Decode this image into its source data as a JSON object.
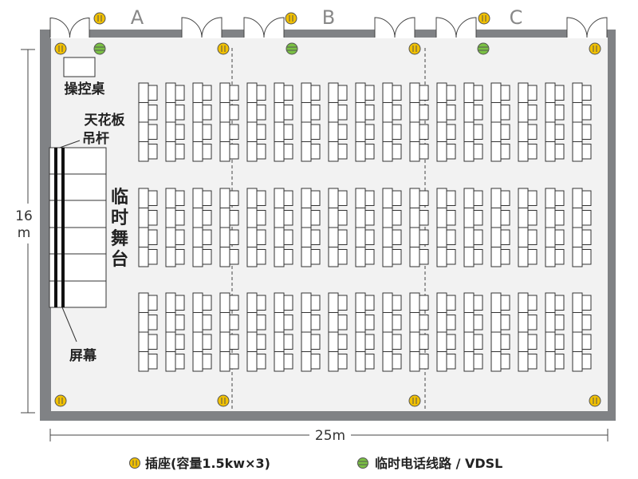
{
  "sections": [
    "A",
    "B",
    "C"
  ],
  "labels": {
    "control_desk": "操控桌",
    "ceiling_rod_line1": "天花板",
    "ceiling_rod_line2": "吊杆",
    "stage_chars": [
      "临",
      "时",
      "舞",
      "台"
    ],
    "screen": "屏幕"
  },
  "dimensions": {
    "width": "25m",
    "height_line1": "16",
    "height_line2": "m"
  },
  "legend": {
    "outlet": "插座(容量1.5kw×3)",
    "phone": "临时电话线路 / VDSL"
  },
  "seating": {
    "columns": 17,
    "blocks": 3,
    "rows_per_block": 4
  },
  "colors": {
    "wall": "#808285",
    "floor": "#f2f2f2",
    "outlet": "#f2c100",
    "phone": "#7ac143",
    "text": "#333333"
  }
}
